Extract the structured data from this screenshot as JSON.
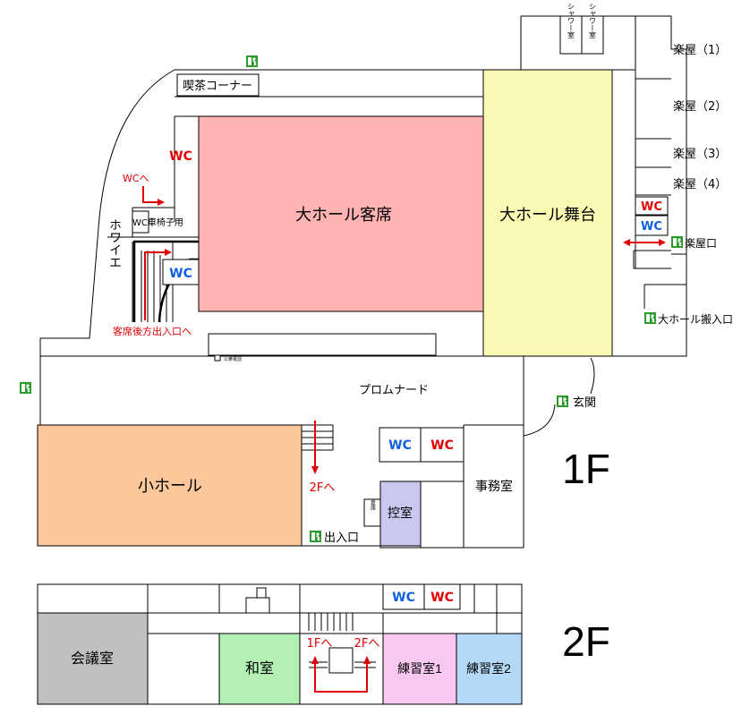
{
  "colors": {
    "main_hall_seats": "#ffb3b3",
    "main_hall_stage": "#fafab4",
    "small_hall": "#fcc89b",
    "control_room": "#c8c8f0",
    "conference_room": "#c0c0c0",
    "japanese_room": "#b4f0b4",
    "practice_room_1": "#f8c8f0",
    "practice_room_2": "#b4d8f8",
    "wc_men": "#1060e0",
    "wc_women": "#e00000",
    "exit_sign": "#2a9a2a",
    "arrow": "#e00000"
  },
  "floor1": {
    "label": "1F",
    "rooms": {
      "main_hall_seats": "大ホール客席",
      "main_hall_stage": "大ホール舞台",
      "small_hall": "小ホール",
      "promenade": "プロムナード",
      "office": "事務室",
      "control_room": "控室",
      "tea_corner": "喫茶コーナー",
      "foyer": "ホワイエ",
      "shower_1": "シャワー室",
      "shower_2": "シャワー室",
      "dressing_1": "楽屋（1）",
      "dressing_2": "楽屋（2）",
      "dressing_3": "楽屋（3）",
      "dressing_4": "楽屋（4）",
      "wc_wheelchair": "WC車椅子用",
      "public_phone": "公衆電話",
      "storage": "倉庫"
    },
    "wc": "WC",
    "labels": {
      "wc_to": "WCへ",
      "rear_entrance": "客席後方出入口へ",
      "to_2f": "2Fへ",
      "entrance": "出入口",
      "main_entrance": "玄関",
      "dressing_entrance": "楽屋口",
      "loading_entrance": "大ホール搬入口"
    }
  },
  "floor2": {
    "label": "2F",
    "rooms": {
      "conference_room": "会議室",
      "japanese_room": "和室",
      "practice_room_1": "練習室1",
      "practice_room_2": "練習室2"
    },
    "wc": "WC",
    "labels": {
      "to_1f": "1Fへ",
      "to_2f": "2Fへ"
    }
  }
}
